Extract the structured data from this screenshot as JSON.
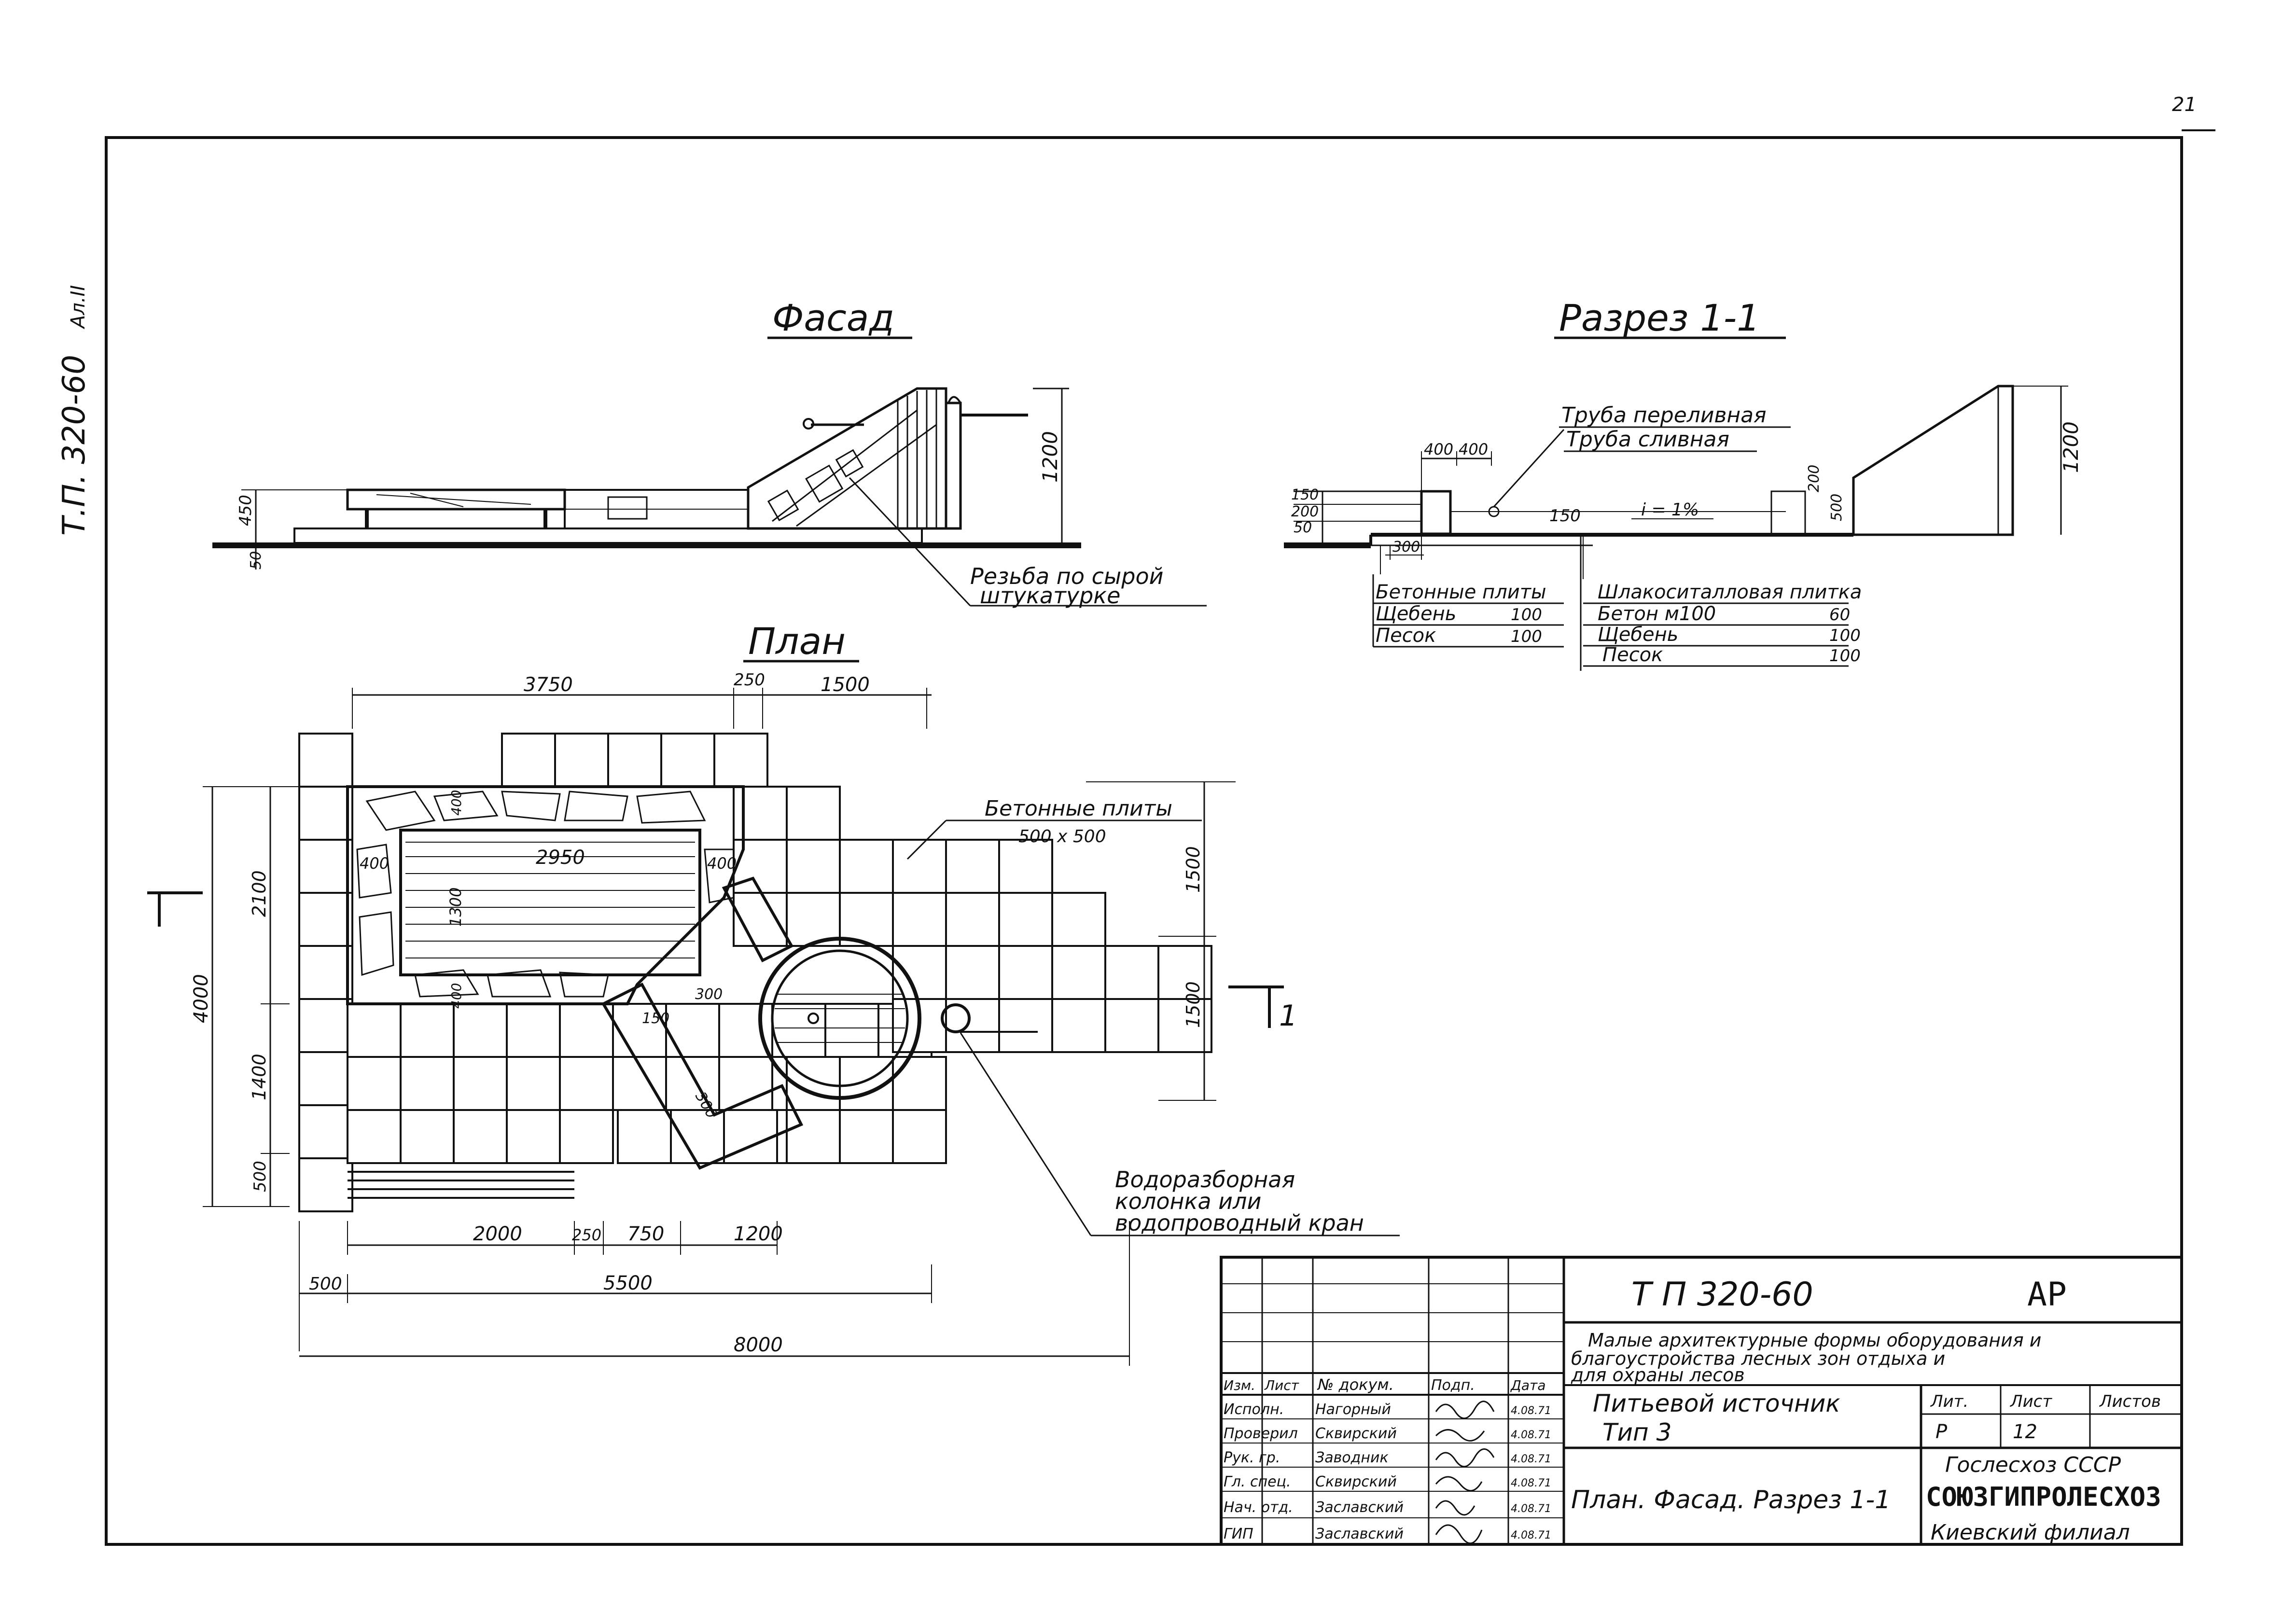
{
  "page_number": "21",
  "side_code": "Т.П. 320-60",
  "side_album": "Ал.II",
  "facade": {
    "title": "Фасад",
    "dim_height": "1200",
    "dim_450": "450",
    "dim_50": "50",
    "note_line1": "Резьба по сырой",
    "note_line2": "штукатурке"
  },
  "section": {
    "title": "Разрез 1-1",
    "pipe_overflow": "Труба переливная",
    "pipe_drain": "Труба сливная",
    "dim_400a": "400",
    "dim_400b": "400",
    "dim_150": "150",
    "dim_200": "200",
    "dim_50": "50",
    "dim_300": "300",
    "dim_150b": "150",
    "dim_200b": "200",
    "dim_500": "500",
    "dim_1200": "1200",
    "slope": "i = 1%",
    "left_layers": [
      {
        "name": "Бетонные плиты",
        "value": ""
      },
      {
        "name": "Щебень",
        "value": "100"
      },
      {
        "name": "Песок",
        "value": "100"
      }
    ],
    "right_layers": [
      {
        "name": "Шлакоситалловая плитка",
        "value": ""
      },
      {
        "name": "Бетон м100",
        "value": "60"
      },
      {
        "name": "Щебень",
        "value": "100"
      },
      {
        "name": "Песок",
        "value": "100"
      }
    ]
  },
  "plan": {
    "title": "План",
    "section_mark": "1",
    "dims_top": [
      "3750",
      "250",
      "1500"
    ],
    "dims_bottom": [
      "2000",
      "250",
      "750",
      "1200"
    ],
    "dim_500_5500": [
      "500",
      "5500"
    ],
    "dim_total": "8000",
    "dims_left": [
      "2100",
      "1400",
      "500"
    ],
    "dim_left_total": "4000",
    "dims_right": [
      "1500",
      "1500"
    ],
    "inner_dims": [
      "400",
      "2950",
      "400",
      "400",
      "1300",
      "400",
      "300",
      "150",
      "300"
    ],
    "plates_label": "Бетонные плиты",
    "plates_size": "500 х 500",
    "tap_line1": "Водоразборная",
    "tap_line2": "колонка или",
    "tap_line3": "водопроводный кран"
  },
  "title_block": {
    "code": "Т П 320-60",
    "mark": "АР",
    "description_line1": "Малые архитектурные формы оборудования и",
    "description_line2": "благоустройства лесных зон отдыха и",
    "description_line3": "для охраны лесов",
    "object_line1": "Питьевой источник",
    "object_line2": "Тип 3",
    "sheet_title": "План. Фасад. Разрез 1-1",
    "header_cols": [
      "Изм.",
      "Лист",
      "№ докум.",
      "Подп.",
      "Дата"
    ],
    "stage_headers": [
      "Лит.",
      "Лист",
      "Листов"
    ],
    "stage_values": [
      "Р",
      "12",
      ""
    ],
    "org_line1": "Гослесхоз СССР",
    "org_line2": "СОЮЗГИПРОЛЕСХОЗ",
    "org_line3": "Киевский филиал",
    "signers": [
      {
        "role": "Исполн.",
        "name": "Нагорный",
        "date": "4.08.71"
      },
      {
        "role": "Проверил",
        "name": "Сквирский",
        "date": "4.08.71"
      },
      {
        "role": "Рук. гр.",
        "name": "Заводник",
        "date": "4.08.71"
      },
      {
        "role": "Гл. спец.",
        "name": "Сквирский",
        "date": "4.08.71"
      },
      {
        "role": "Нач. отд.",
        "name": "Заславский",
        "date": "4.08.71"
      },
      {
        "role": "ГИП",
        "name": "Заславский",
        "date": "4.08.71"
      }
    ]
  }
}
